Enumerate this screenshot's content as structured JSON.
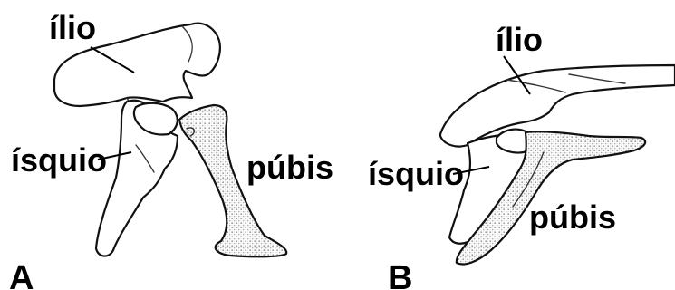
{
  "panels": [
    {
      "letter": "A",
      "labels": {
        "ilium": "ílio",
        "ischium": "ísquio",
        "pubis": "púbis"
      }
    },
    {
      "letter": "B",
      "labels": {
        "ilium": "ílio",
        "ischium": "ísquio",
        "pubis": "púbis"
      }
    }
  ],
  "colors": {
    "line": "#111111",
    "pubis_stipple": "#b8b8b8",
    "background": "#ffffff"
  }
}
